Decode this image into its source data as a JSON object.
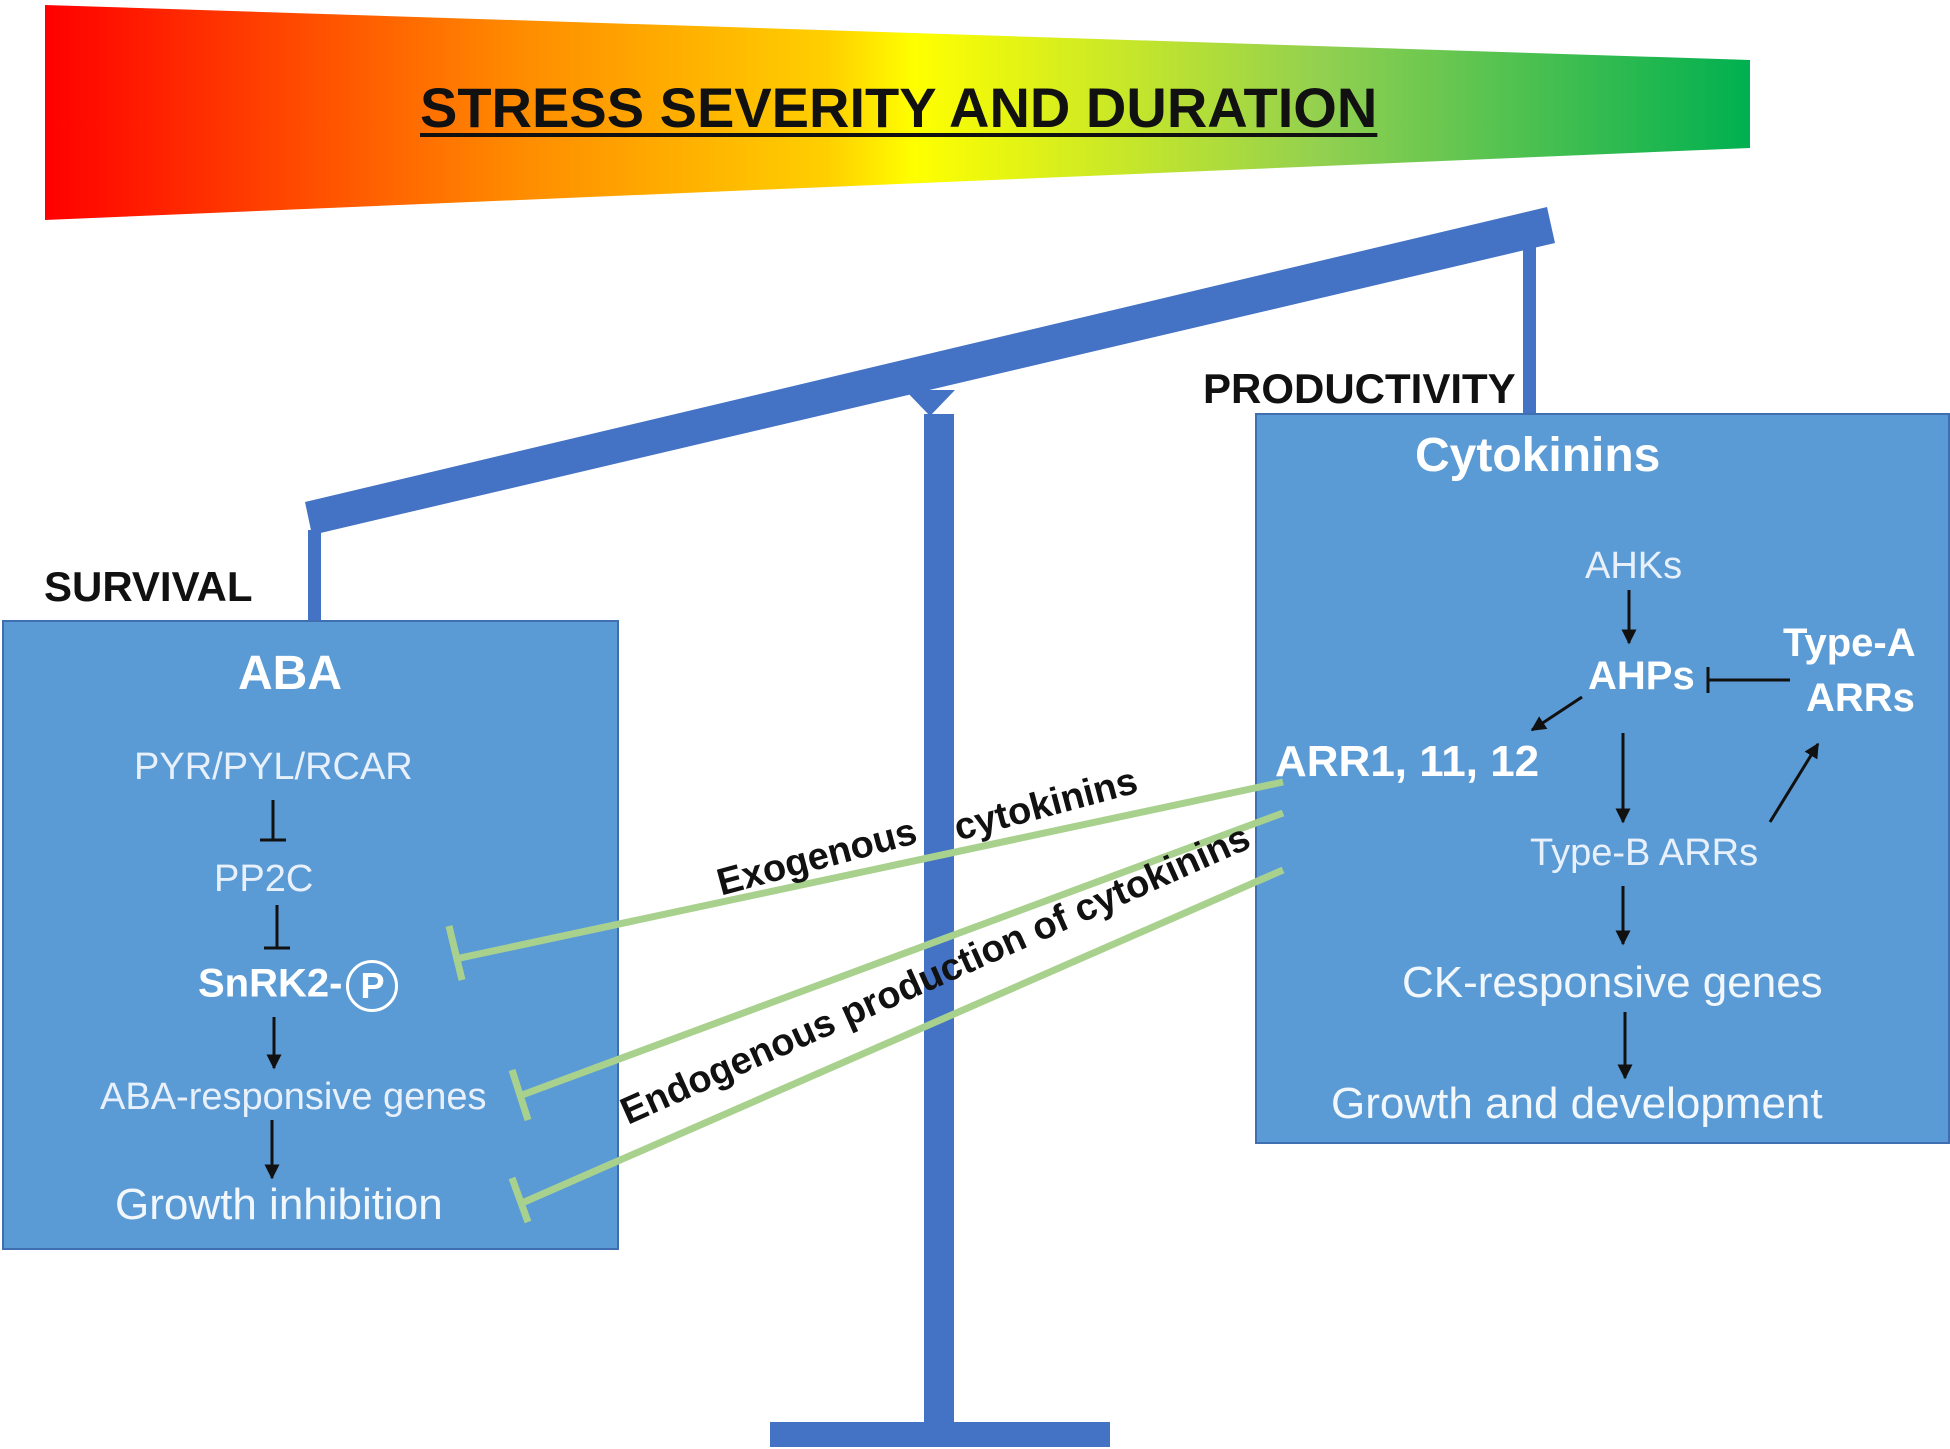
{
  "colors": {
    "box_fill": "#5b9bd5",
    "scale": "#4472c4",
    "inhibitor_lines": "#a9d18e",
    "gradient": [
      "#ff0000",
      "#ff8c00",
      "#ffe000",
      "#ffff00",
      "#92d050",
      "#00b050"
    ]
  },
  "header": {
    "title": "STRESS SEVERITY AND DURATION"
  },
  "left": {
    "side_label": "SURVIVAL",
    "heading": "ABA",
    "nodes": {
      "receptor": "PYR/PYL/RCAR",
      "phosphatase": "PP2C",
      "kinase": "SnRK2-",
      "phospho": "P",
      "genes": "ABA-responsive genes",
      "outcome": "Growth inhibition"
    }
  },
  "right": {
    "side_label": "PRODUCTIVITY",
    "heading": "Cytokinins",
    "nodes": {
      "ahks": "AHKs",
      "ahps": "AHPs",
      "type_a_line1": "Type-A",
      "type_a_line2": "ARRs",
      "arr": "ARR1, 11, 12",
      "type_b": "Type-B ARRs",
      "genes": "CK-responsive genes",
      "outcome": "Growth and development"
    }
  },
  "links": {
    "exogenous_1": "Exogenous",
    "exogenous_2": "cytokinins",
    "endogenous": "Endogenous production of cytokinins"
  }
}
